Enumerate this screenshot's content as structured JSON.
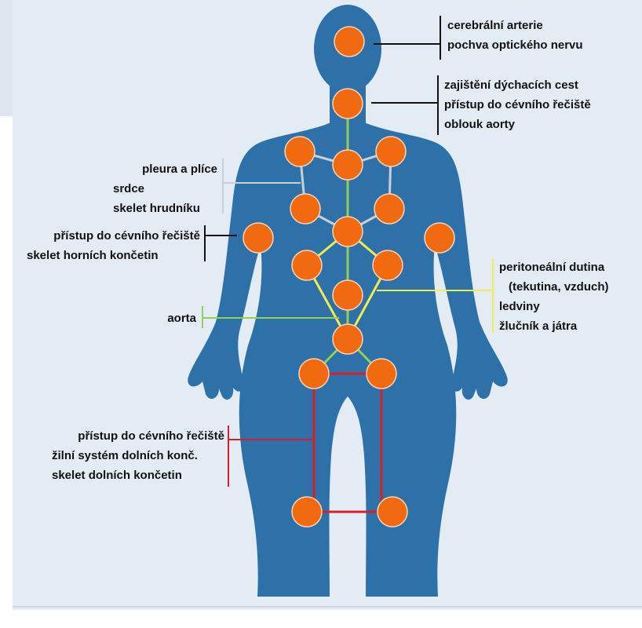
{
  "colors": {
    "body": "#2e70a8",
    "node": "#f26a10",
    "node_stroke": "#f7d4b8",
    "green": "#8fcf5a",
    "grey": "#c9cfd6",
    "yellow": "#f2ec4e",
    "red": "#d61f2c",
    "black": "#111111"
  },
  "labels": {
    "head": [
      "cerebrální arterie",
      "pochva optického nervu"
    ],
    "neck": [
      "zajištění dýchacích cest",
      "přístup do cévního řečiště",
      "oblouk aorty"
    ],
    "thorax": [
      "pleura a plíce",
      "srdce",
      "skelet hrudníku"
    ],
    "arm": [
      "přístup do cévního řečiště",
      "skelet horních končetin"
    ],
    "abdomen": [
      "peritoneální dutina",
      "(tekutina, vzduch)",
      "ledviny",
      "žlučník a játra"
    ],
    "aorta": [
      "aorta"
    ],
    "legs": [
      "přístup do cévního řečiště",
      "žilní systém dolních konč.",
      "skelet dolních končetin"
    ]
  }
}
